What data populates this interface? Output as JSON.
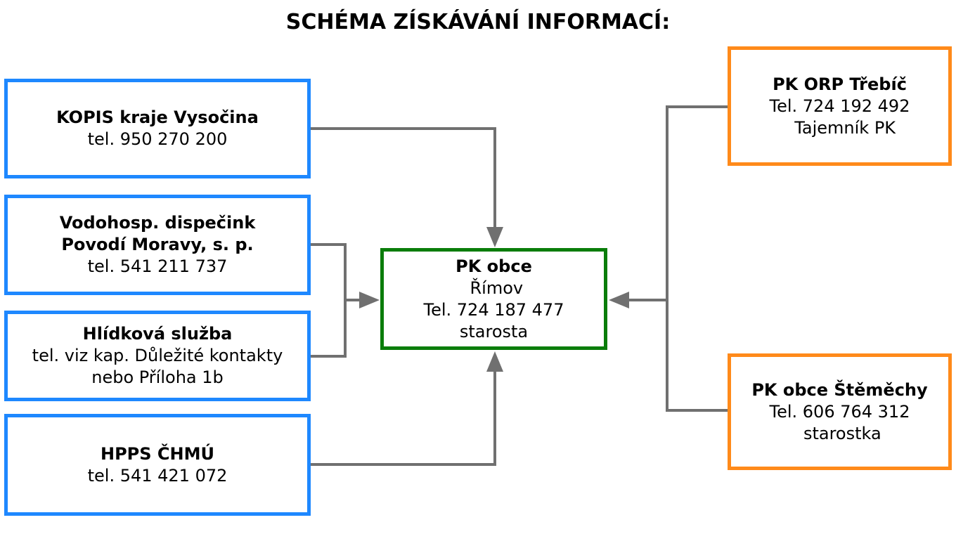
{
  "title": "SCHÉMA ZÍSKÁVÁNÍ INFORMACÍ:",
  "colors": {
    "source_border": "#1e88ff",
    "center_border": "#0a7d0a",
    "side_border": "#ff8a1a",
    "connector": "#707070"
  },
  "nodes": {
    "kopis": {
      "name": "KOPIS kraje Vysočina",
      "lines": [
        "tel. 950 270 200"
      ]
    },
    "vodohosp": {
      "name_lines": [
        "Vodohosp. dispečink",
        "Povodí Moravy, s. p."
      ],
      "lines": [
        "tel. 541 211 737"
      ]
    },
    "hlidka": {
      "name": "Hlídková služba",
      "lines": [
        "tel. viz kap. Důležité kontakty",
        "nebo Příloha 1b"
      ]
    },
    "hpps": {
      "name": "HPPS ČHMÚ",
      "lines": [
        "tel. 541 421 072"
      ]
    },
    "center": {
      "name_lines": [
        "PK obce",
        " Římov"
      ],
      "lines": [
        "Tel. 724 187 477",
        "starosta"
      ]
    },
    "orp": {
      "name": "PK ORP Třebíč",
      "lines": [
        "Tel. 724 192 492",
        "  Tajemník PK"
      ]
    },
    "stemechy": {
      "name": "PK obce Štěměchy",
      "lines": [
        "Tel. 606 764 312",
        " starostka"
      ]
    }
  },
  "edges": [
    {
      "from": "kopis",
      "to": "center"
    },
    {
      "from": "vodohosp",
      "to": "center"
    },
    {
      "from": "hlidka",
      "to": "center"
    },
    {
      "from": "hpps",
      "to": "center"
    },
    {
      "from": "orp",
      "to": "center"
    },
    {
      "from": "stemechy",
      "to": "center"
    }
  ]
}
